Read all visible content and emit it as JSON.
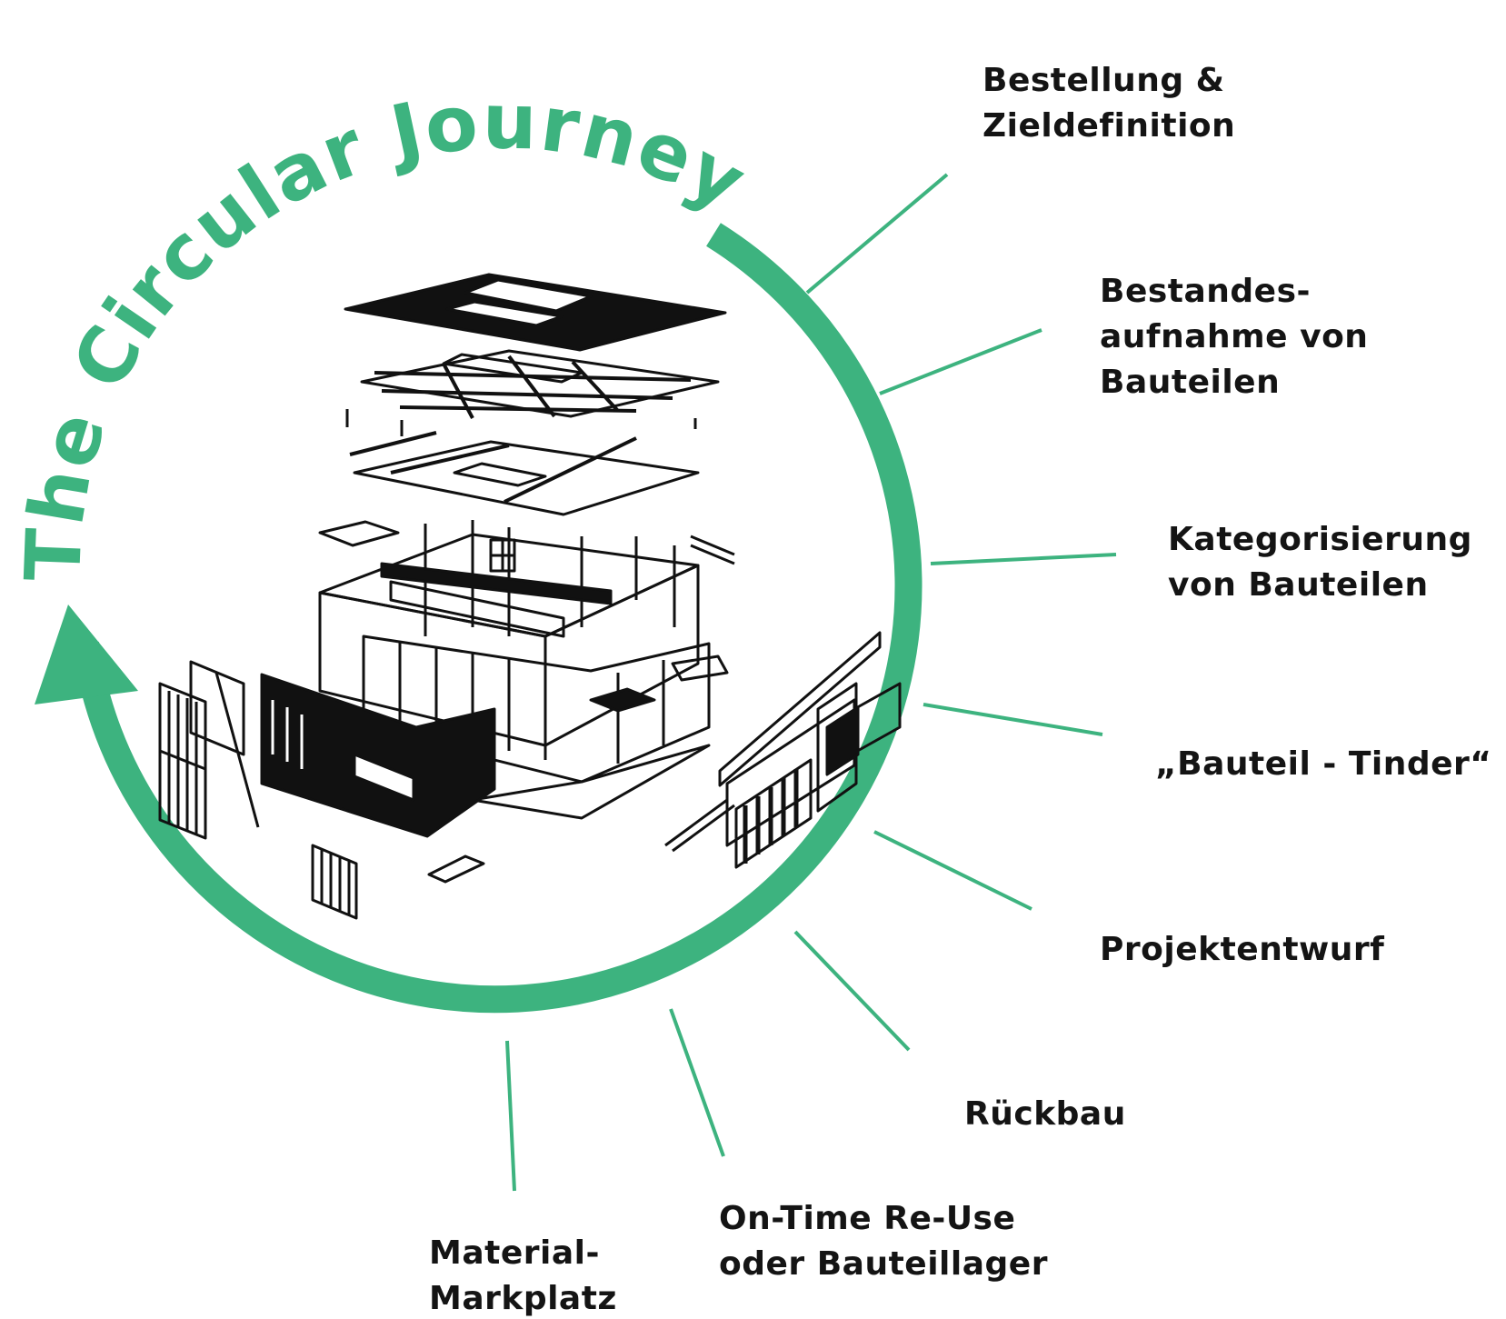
{
  "title": "The Circular Journey",
  "colors": {
    "accent": "#3db37f",
    "text": "#141414",
    "drawing": "#111111"
  },
  "illustration": {
    "icon": "exploded-building-axonometric-icon"
  },
  "steps": [
    {
      "lines": [
        "Bestellung &",
        "Zieldefinition"
      ]
    },
    {
      "lines": [
        "Bestandes-",
        "aufnahme von",
        "Bauteilen"
      ]
    },
    {
      "lines": [
        "Kategorisierung",
        "von Bauteilen"
      ]
    },
    {
      "lines": [
        "„Bauteil - Tinder“"
      ]
    },
    {
      "lines": [
        "Projektentwurf"
      ]
    },
    {
      "lines": [
        "Rückbau"
      ]
    },
    {
      "lines": [
        "On-Time Re-Use",
        "oder Bauteillager"
      ]
    },
    {
      "lines": [
        "Material-",
        "Markplatz"
      ]
    }
  ]
}
